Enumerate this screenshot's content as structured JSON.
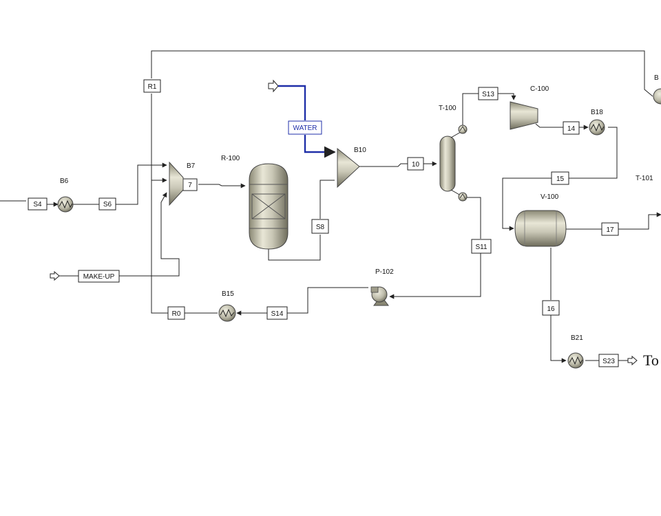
{
  "colors": {
    "line": "#222222",
    "water_line": "#1f2fa8",
    "equipment_fill": "#c9c7b6",
    "equipment_dark": "#6f6d5c"
  },
  "equipment": {
    "B6": "B6",
    "B7": "B7",
    "R100": "R-100",
    "B10": "B10",
    "T100": "T-100",
    "C100": "C-100",
    "B18": "B18",
    "T101": "T-101",
    "V100": "V-100",
    "B21": "B21",
    "P102": "P-102",
    "B15": "B15",
    "B_partial": "B"
  },
  "streams": {
    "S4": "S4",
    "S6": "S6",
    "s7": "7",
    "R1": "R1",
    "S8": "S8",
    "WATER": "WATER",
    "MAKEUP": "MAKE-UP",
    "s10": "10",
    "S13": "S13",
    "s14": "14",
    "s15": "15",
    "s17": "17",
    "S11": "S11",
    "s16": "16",
    "S23": "S23",
    "S14": "S14",
    "R0": "R0"
  },
  "annotation": {
    "to_text": "To"
  },
  "icons": [
    "heat-exchanger-icon",
    "compressor-icon",
    "pump-icon",
    "reactor-icon",
    "column-icon",
    "flash-drum-icon",
    "mixer-icon"
  ]
}
